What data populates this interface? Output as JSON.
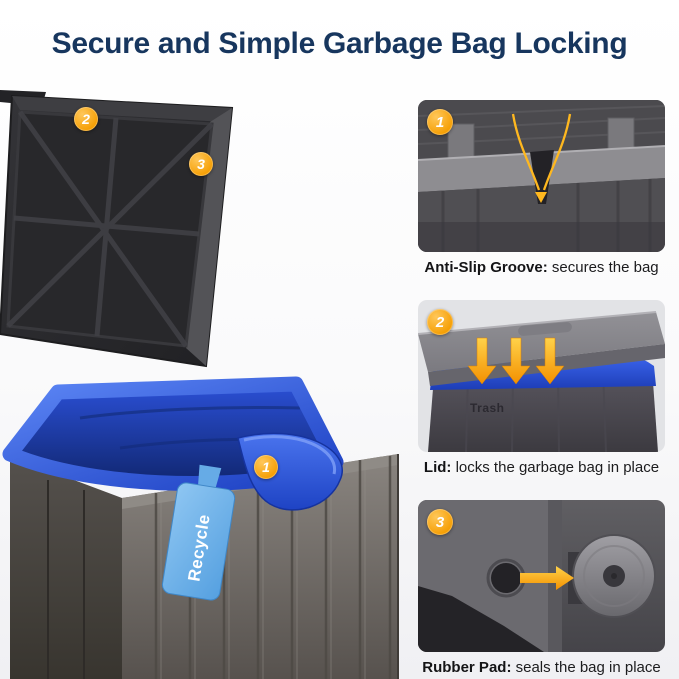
{
  "title": "Secure and Simple Garbage Bag Locking",
  "main_image": {
    "callouts": [
      "1",
      "2",
      "3"
    ],
    "recycle_tag_label": "Recycle"
  },
  "panels": [
    {
      "badge": "1",
      "caption_bold": "Anti-Slip Groove:",
      "caption_rest": " secures the bag"
    },
    {
      "badge": "2",
      "caption_bold": "Lid:",
      "caption_rest": " locks the garbage bag in place",
      "bin_label": "Trash"
    },
    {
      "badge": "3",
      "caption_bold": "Rubber Pad:",
      "caption_rest": " seals the bag in place"
    }
  ],
  "colors": {
    "title_navy": "#17365e",
    "badge_orange": "#f59d00",
    "bag_blue": "#2456e8",
    "tag_blue": "#6fb3ea",
    "arrow_yellow": "#ffb81f"
  }
}
